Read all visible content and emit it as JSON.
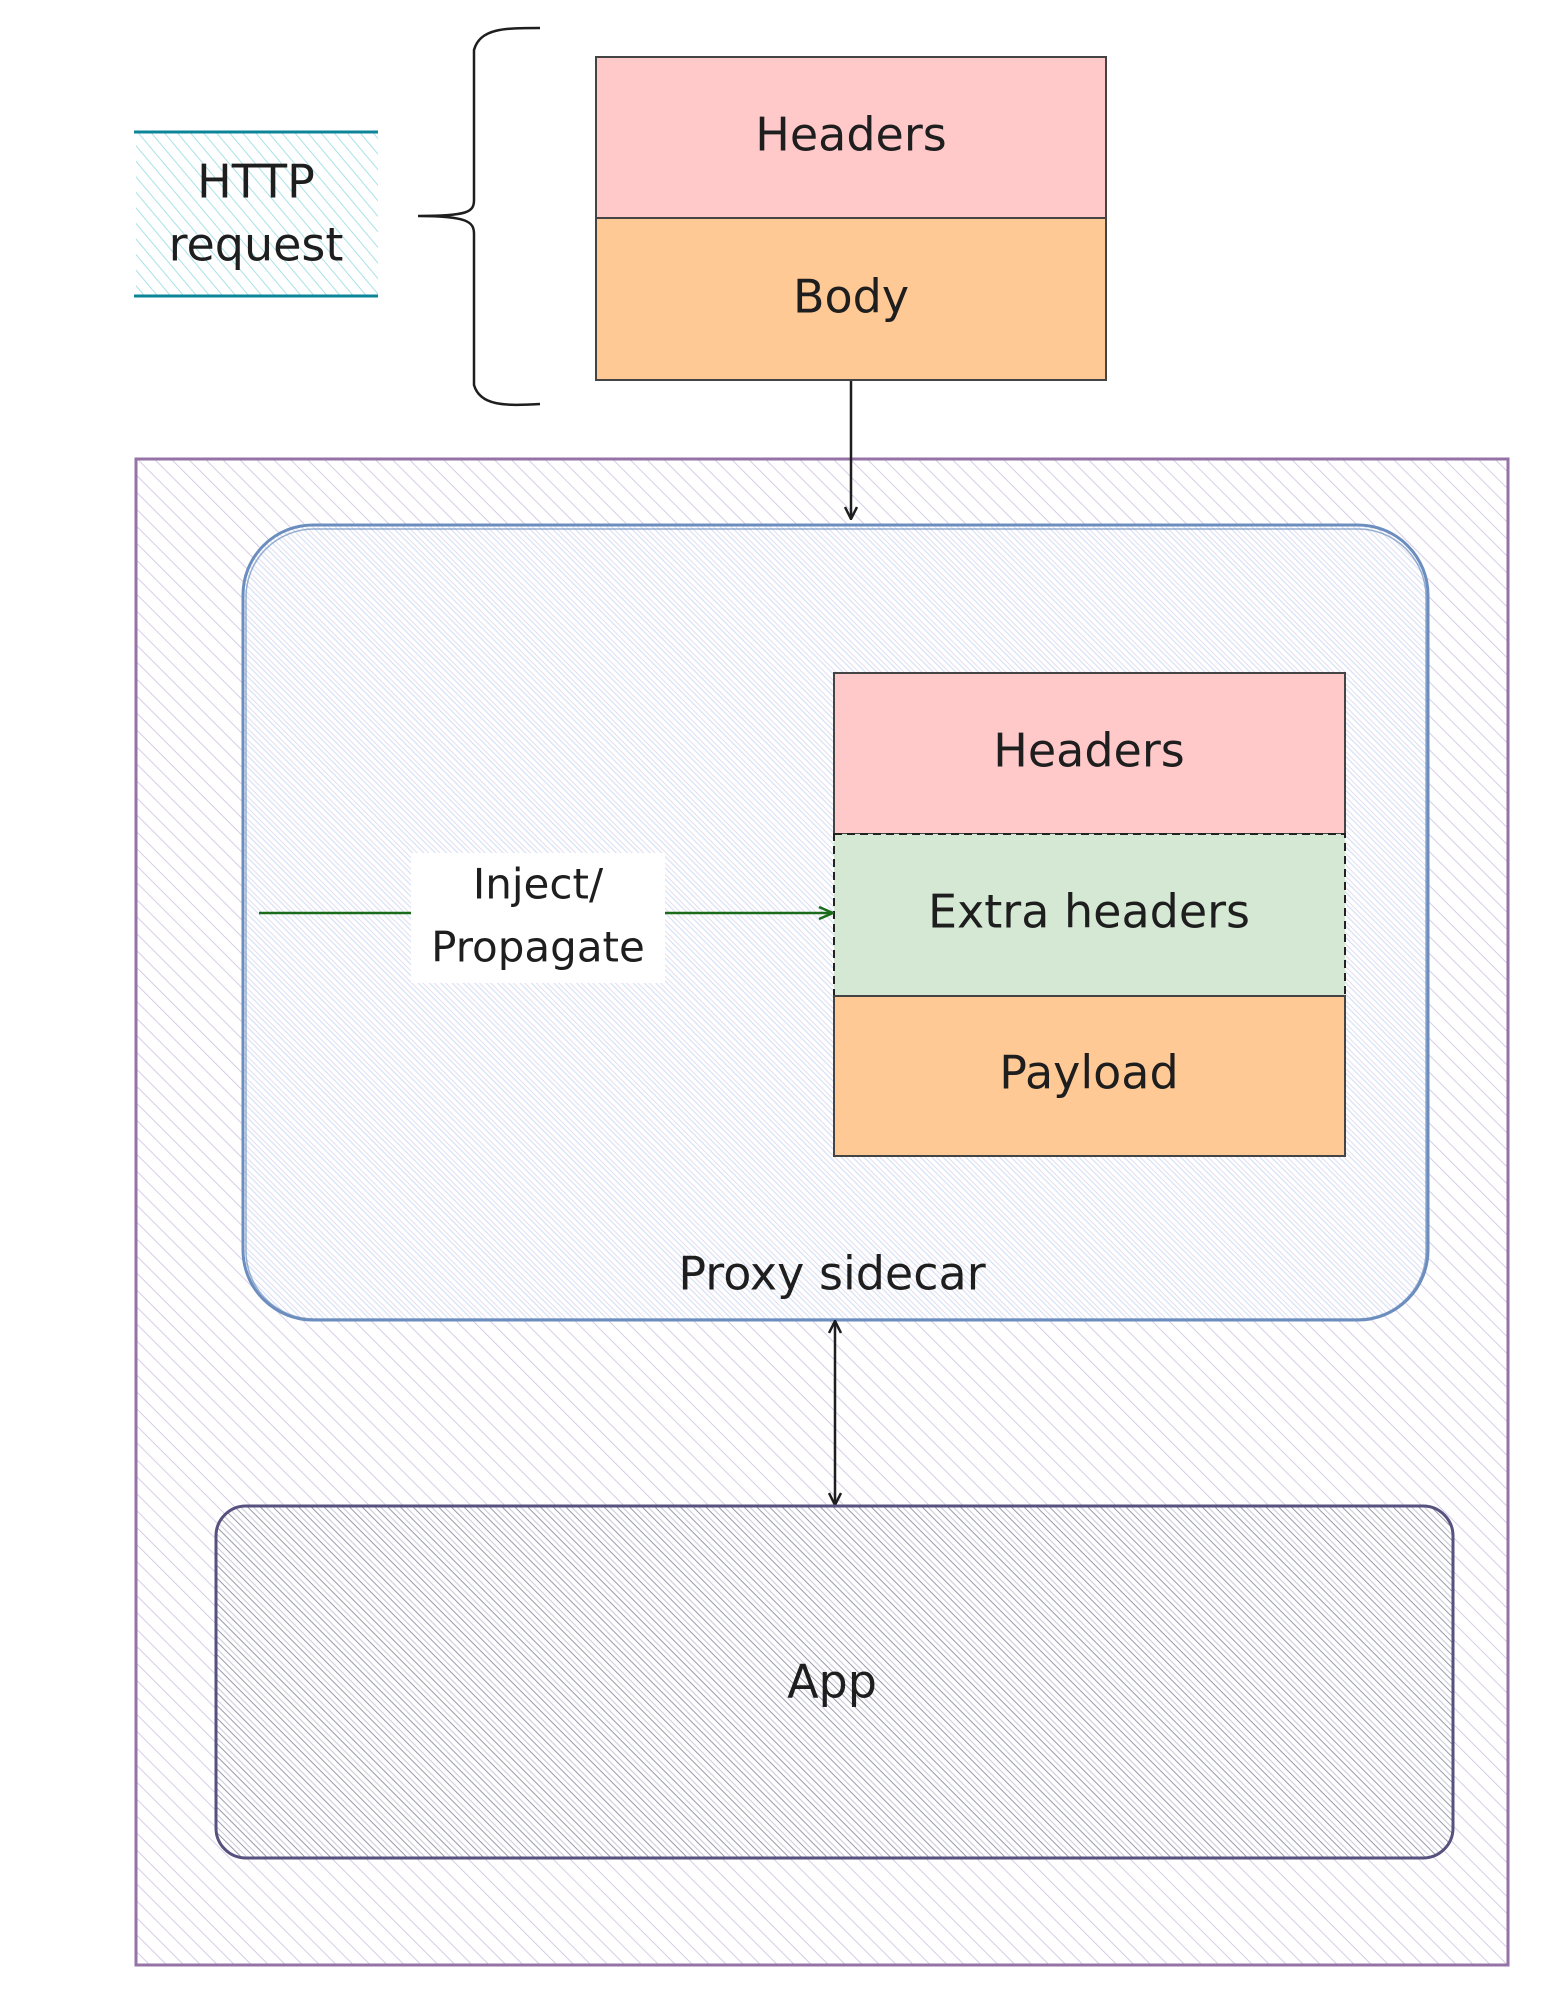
{
  "diagram": {
    "http_request": {
      "label_line1": "HTTP",
      "label_line2": "request"
    },
    "incoming_request": {
      "sections": [
        {
          "label": "Headers"
        },
        {
          "label": "Body"
        }
      ]
    },
    "proxy_sidecar": {
      "label": "Proxy sidecar",
      "inject_label_line1": "Inject/",
      "inject_label_line2": "Propagate",
      "sections": [
        {
          "label": "Headers"
        },
        {
          "label": "Extra headers"
        },
        {
          "label": "Payload"
        }
      ]
    },
    "app": {
      "label": "App"
    },
    "colors": {
      "headers_fill": "#ffc9c9",
      "body_fill": "#ffc996",
      "extra_headers_fill": "#d5e8d4",
      "http_request_stroke": "#0c8599",
      "http_request_hatch": "#99e0e6",
      "pod_stroke": "#9673a6",
      "proxy_stroke": "#6c8ebf",
      "app_stroke": "#56517e",
      "inject_arrow": "#1a6b1a"
    }
  }
}
